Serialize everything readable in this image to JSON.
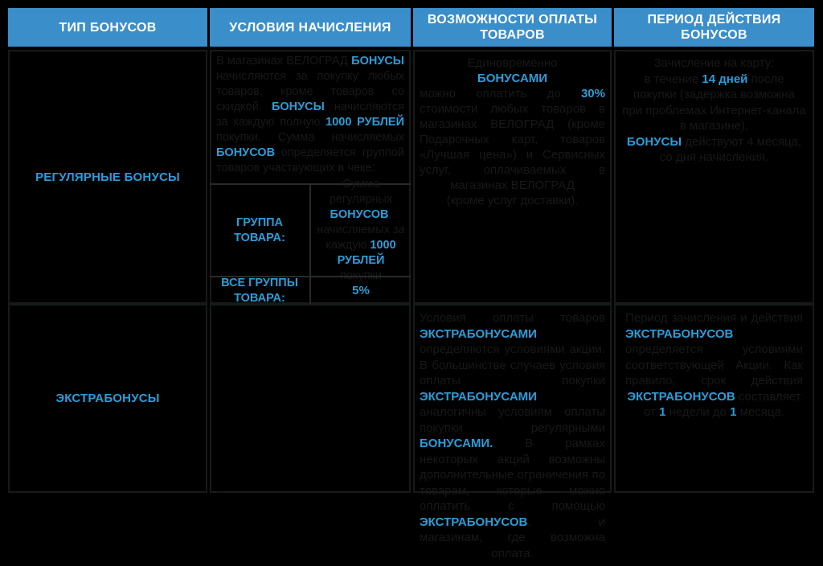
{
  "theme": {
    "accent": "#2b9dd9",
    "header_bg": "#3a8ec9",
    "header_text": "#ffffff",
    "ink": "#181818",
    "line": "#161b18",
    "subline": "#262c28",
    "table_bg": "#000000"
  },
  "header": {
    "columns": [
      "ТИП БОНУСОВ",
      "УСЛОВИЯ НАЧИСЛЕНИЯ",
      "ВОЗМОЖНОСТИ ОПЛАТЫ ТОВАРОВ",
      "ПЕРИОД ДЕЙСТВИЯ БОНУСОВ"
    ]
  },
  "rows": {
    "regular": {
      "type_label": "РЕГУЛЯРНЫЕ БОНУСЫ",
      "conditions_paragraph": [
        {
          "t": "В магазинах ВЕЛОГРАД "
        },
        {
          "t": "БОНУСЫ",
          "hl": true
        },
        {
          "t": " начисляются за покупку любых товаров, кроме товаров со скидкой. "
        },
        {
          "t": "БОНУСЫ",
          "hl": true
        },
        {
          "t": " начисляются за каждую полную "
        },
        {
          "t": "1000 РУБЛЕЙ",
          "hl": true
        },
        {
          "t": " покупки. Сумма начисляемых "
        },
        {
          "t": "БОНУСОВ",
          "hl": true
        },
        {
          "t": " определяется группой товаров участвующих в чеке:"
        }
      ],
      "conditions_subtable": {
        "group_label": "ГРУППА ТОВАРА:",
        "group_value": [
          {
            "t": "Сумма регулярных "
          },
          {
            "t": "БОНУСОВ",
            "hl": true
          },
          {
            "t": ", начисляемых за каждую "
          },
          {
            "t": "1000 РУБЛЕЙ",
            "hl": true
          },
          {
            "t": " покупки"
          }
        ],
        "all_groups_label": "ВСЕ ГРУППЫ ТОВАРА:",
        "all_groups_value": "5%"
      },
      "payment": [
        {
          "t": "Единовременно"
        },
        {
          "br": true
        },
        {
          "t": "БОНУСАМИ",
          "hl": true
        },
        {
          "br": true
        },
        {
          "t": "можно оплатить до "
        },
        {
          "t": "30%",
          "hl": true
        },
        {
          "t": " стоимости любых товаров в магазинах ВЕЛОГРАД (кроме Подарочных карт, товаров «Лучшая цена») и Сервисных услуг, оплачиваемых в магазинах ВЕЛОГРАД"
        },
        {
          "br": true
        },
        {
          "t": "(кроме услуг доставки)."
        }
      ],
      "period": [
        {
          "t": "Зачисление на карту:"
        },
        {
          "br": true
        },
        {
          "t": "в течение "
        },
        {
          "t": "14 дней",
          "hl": true
        },
        {
          "t": " после покупки (задержка возможна при проблемах Интернет-канала в магазине)."
        },
        {
          "br": true
        },
        {
          "t": "БОНУСЫ",
          "hl": true
        },
        {
          "t": " действуют 4 месяца,"
        },
        {
          "br": true
        },
        {
          "t": "со дня начисления."
        }
      ]
    },
    "extra": {
      "type_label": "ЭКСТРАБОНУСЫ",
      "payment": [
        {
          "t": "Условия оплаты товаров "
        },
        {
          "t": "ЭКСТРАБОНУСАМИ",
          "hl": true
        },
        {
          "t": " определяются условиями акции. В большинстве случаев условия оплаты покупки "
        },
        {
          "t": "ЭКСТРАБОНУСАМИ",
          "hl": true
        },
        {
          "t": " аналогичны условиям оплаты покупки регулярными "
        },
        {
          "t": "БОНУСАМИ.",
          "hl": true
        },
        {
          "t": " В рамках некоторых акций возможны дополнительные ограничения по товарам, которые можно оплатить с помощью "
        },
        {
          "t": "ЭКСТРАБОНУСОВ",
          "hl": true
        },
        {
          "t": ", и магазинам, где возможна оплата."
        }
      ],
      "period": [
        {
          "t": "Период зачисления и действия "
        },
        {
          "t": "ЭКСТРАБОНУСОВ",
          "hl": true
        },
        {
          "t": " определяется условиями соответствующей Акции. Как правило, срок действия "
        },
        {
          "t": "ЭКСТРАБОНУСОВ",
          "hl": true
        },
        {
          "t": " составляет"
        },
        {
          "br": true
        },
        {
          "t": "от "
        },
        {
          "t": "1",
          "hl": true
        },
        {
          "t": " недели до "
        },
        {
          "t": "1",
          "hl": true
        },
        {
          "t": " месяца."
        }
      ]
    }
  }
}
